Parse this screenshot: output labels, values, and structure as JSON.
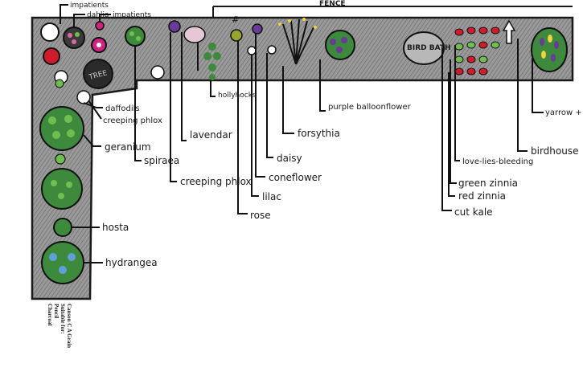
{
  "top_bed": {
    "fence_label": "FENCE"
  },
  "features": {
    "tree_label": "TREE",
    "birdbath_label": "BIRD BATH"
  },
  "labels": {
    "impatients_top": "impatients",
    "dahlia": "dahlia",
    "impatients": "impatients",
    "daffodils": "daffodils",
    "creeping_phlox_left": "creeping phlox",
    "geranium": "geranium",
    "hosta": "hosta",
    "hydrangea": "hydrangea",
    "spiraea": "spiraea",
    "creeping_phlox": "creeping phlox",
    "lavendar": "lavendar",
    "hollyhocks": "hollyhocks",
    "rose": "rose",
    "lilac": "lilac",
    "coneflower": "coneflower",
    "daisy": "daisy",
    "forsythia": "forsythia",
    "purple_balloonflower": "purple balloonflower",
    "love_lies_bleeding": "love-lies-bleeding",
    "green_zinnia": "green zinnia",
    "red_zinnia": "red zinnia",
    "cut_kale": "cut kale",
    "yarrow_salvia": "yarrow + Salvia",
    "birdhouse": "birdhouse"
  },
  "paper_mark": {
    "line1": "Canson C A Grain",
    "line2": "Suitable for:",
    "line3": "Pencil",
    "line4": "Charcoal"
  },
  "colors": {
    "bed_fill": "#8a8a8a",
    "bed_dark": "#3a3a3a",
    "outline": "#1a1a1a",
    "leaf_green": "#3d8a3d",
    "leaf_light": "#6fbf4f",
    "pink": "#e0679f",
    "magenta": "#d4217e",
    "red": "#d11b2a",
    "purple": "#6a3a9a",
    "yellow": "#f2d23c",
    "blue": "#5f9fdc",
    "white": "#ffffff"
  }
}
